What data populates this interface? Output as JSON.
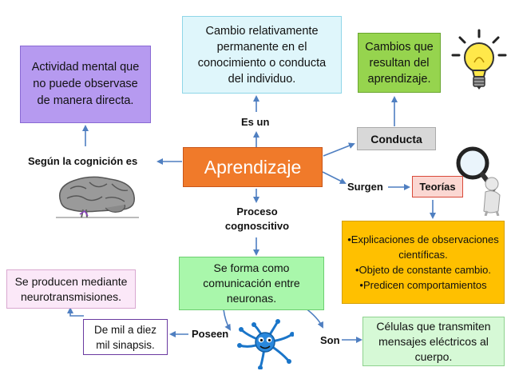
{
  "center": "Aprendizaje",
  "definition": "Cambio relativamente permanente en el conocimiento o conducta del individuo.",
  "cognition": "Actividad mental que no puede observase de manera directa.",
  "behavior_desc": "Cambios que resultan del aprendizaje.",
  "behavior": "Conducta",
  "theories": "Teorías",
  "theories_desc": "•Explicaciones de observaciones científicas.\n•Objeto de constante cambio.\n•Predicen comportamientos",
  "process_desc": "Se forma como comunicación entre neuronas.",
  "neurotrans": "Se producen mediante neurotransmisiones.",
  "synapses": "De mil a diez mil sinapsis.",
  "cells": "Células que transmiten mensajes eléctricos al cuerpo.",
  "labels": {
    "es_un": "Es un",
    "cognicion": "Según la cognición es",
    "surgen": "Surgen",
    "proceso": "Proceso cognoscitivo",
    "poseen": "Poseen",
    "son": "Son"
  },
  "colors": {
    "center": "#f07a2a",
    "definition_bg": "#dff6fb",
    "cognition_bg": "#b69af0",
    "behavior_desc_bg": "#96d44e",
    "conducta_bg": "#d8d8d8",
    "teorias_bg": "#fbd7d2",
    "theories_desc_bg": "#ffc000",
    "process_bg": "#a9f7ab",
    "cells_bg": "#d6f9d6",
    "arrow": "#4f7fc1"
  }
}
